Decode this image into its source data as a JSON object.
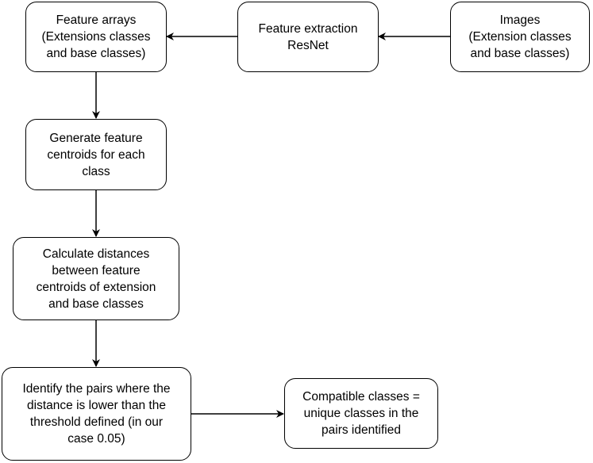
{
  "diagram": {
    "nodes": [
      {
        "id": "images",
        "label": "Images\n(Extension classes\nand base classes)"
      },
      {
        "id": "feature-extraction",
        "label": "Feature extraction\nResNet"
      },
      {
        "id": "feature-arrays",
        "label": "Feature arrays\n(Extensions classes\nand base classes)"
      },
      {
        "id": "generate-centroids",
        "label": "Generate feature\ncentroids for each\nclass"
      },
      {
        "id": "calculate-distances",
        "label": "Calculate distances\nbetween feature\ncentroids of extension\nand base classes"
      },
      {
        "id": "identify-pairs",
        "label": "Identify the pairs where the\ndistance is lower than the\nthreshold defined (in our\ncase 0.05)"
      },
      {
        "id": "compatible-classes",
        "label": "Compatible classes =\nunique classes in the\npairs identified"
      }
    ],
    "edges": [
      {
        "from": "images",
        "to": "feature-extraction"
      },
      {
        "from": "feature-extraction",
        "to": "feature-arrays"
      },
      {
        "from": "feature-arrays",
        "to": "generate-centroids"
      },
      {
        "from": "generate-centroids",
        "to": "calculate-distances"
      },
      {
        "from": "calculate-distances",
        "to": "identify-pairs"
      },
      {
        "from": "identify-pairs",
        "to": "compatible-classes"
      }
    ]
  }
}
